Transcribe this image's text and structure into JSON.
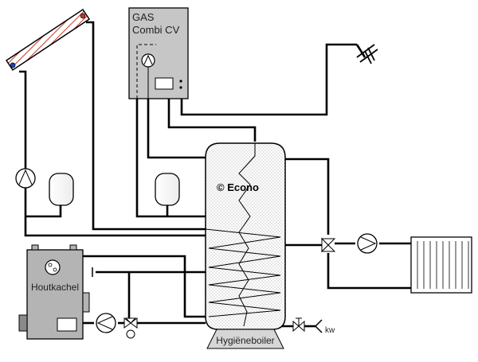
{
  "boiler_label": "Hygiëneboiler",
  "brand_label": "© Econo",
  "cv_title_line1": "GAS",
  "cv_title_line2": "Combi CV",
  "stove_label": "Houtkachel",
  "cold_water_label": "kw",
  "colors": {
    "cv_unit": "#c6c6c6",
    "stove": "#b4b4b4",
    "boiler_dots": "#9a9a9a",
    "collector_stripe": "#c0392b",
    "radiator": "#ffffff",
    "pipe": "#000000"
  }
}
